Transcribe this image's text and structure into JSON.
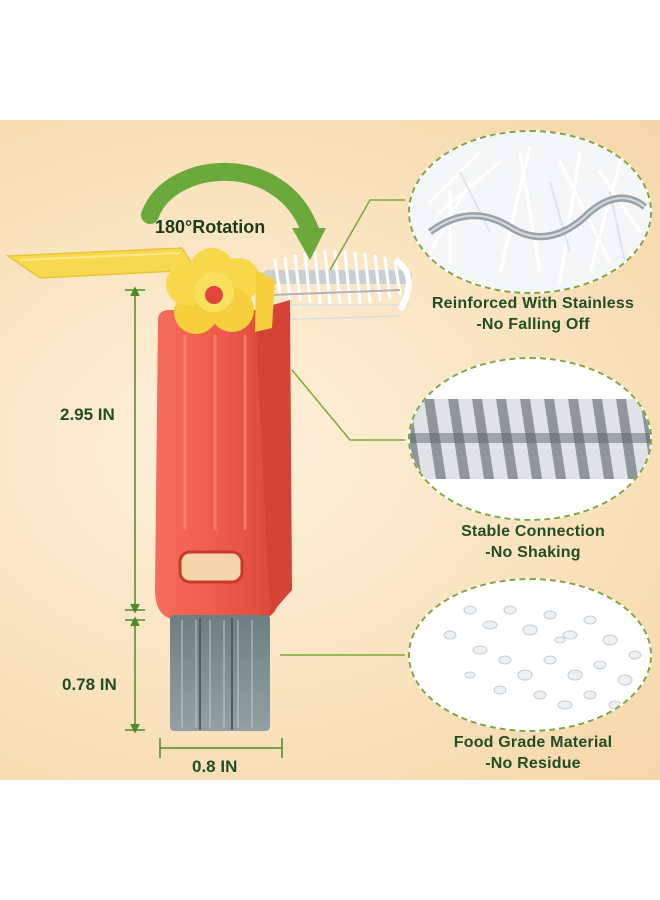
{
  "rotation_label": "180°Rotation",
  "dimensions": {
    "height_main": "2.95 IN",
    "height_brush": "0.78 IN",
    "width": "0.8 IN"
  },
  "features": [
    {
      "title": "Reinforced With Stainless",
      "subtitle": "-No Falling Off",
      "icon": "bristle-closeup"
    },
    {
      "title": "Stable Connection",
      "subtitle": "-No Shaking",
      "icon": "spring-closeup"
    },
    {
      "title": "Food Grade Material",
      "subtitle": "-No Residue",
      "icon": "pellets-closeup"
    }
  ],
  "colors": {
    "accent_green": "#7ea63c",
    "text_green": "#234d22",
    "handle_red": "#ee5a4c",
    "flower_yellow": "#f7d84a"
  }
}
